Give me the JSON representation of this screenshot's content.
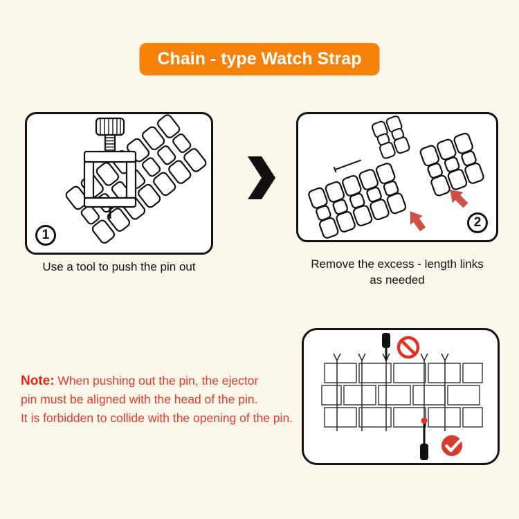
{
  "title": "Chain - type Watch Strap",
  "steps": [
    {
      "number": "1",
      "caption_line1": "Use a tool to push the pin out",
      "caption_line2": ""
    },
    {
      "number": "2",
      "caption_line1": "Remove the excess - length links",
      "caption_line2": "as needed"
    }
  ],
  "note": {
    "label": "Note:",
    "line1": " When pushing out the pin, the ejector",
    "line2": "pin must be aligned with the head of the pin.",
    "line3": "It is forbidden to collide with the opening of the pin."
  },
  "icons": {
    "between_panels": "chevron-right-icon",
    "detail_top": "prohibition-icon",
    "detail_bottom": "checkmark-icon"
  },
  "colors": {
    "banner_orange": "#F6820C",
    "note_red": "#E8392C",
    "arrow_red": "#CE5149",
    "status_red": "#E43125",
    "background": "#FBF7EA",
    "panel_border": "#111111"
  }
}
